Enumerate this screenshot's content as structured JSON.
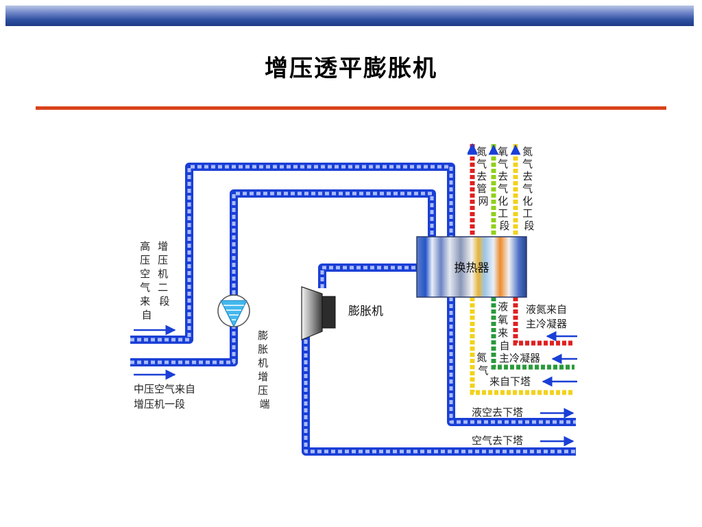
{
  "slide": {
    "title": "增压透平膨胀机"
  },
  "diagram": {
    "heat_exchanger_label": "换热器",
    "expander_label": "膨胀机",
    "booster_end_label": [
      "膨",
      "胀",
      "机",
      "增",
      "压",
      "端"
    ],
    "inlet_high": {
      "col1": [
        "高",
        "压",
        "空",
        "气",
        "来",
        "自"
      ],
      "col2": [
        "增",
        "压",
        "机",
        "二",
        "段"
      ]
    },
    "inlet_mid": {
      "line1": "中压空气来自",
      "line2": "增压机一段"
    },
    "outlet_liquid_air": "液空去下塔",
    "outlet_air": "空气去下塔",
    "nitrogen_from_tower": {
      "vertical": [
        "氮",
        "气"
      ],
      "horizontal": "来自下塔"
    },
    "liquid_oxygen_in": {
      "vertical": [
        "液",
        "氧",
        "来",
        "自"
      ],
      "horizontal": "主冷凝器"
    },
    "liquid_nitrogen_in": {
      "line1": "液氮来自",
      "line2": "主冷凝器"
    },
    "top_outputs": [
      {
        "chars": [
          "氮",
          "气",
          "去",
          "管",
          "网"
        ],
        "color": "#e02020"
      },
      {
        "chars": [
          "氧",
          "气",
          "去",
          "气",
          "化",
          "工",
          "段"
        ],
        "color": "#8fd11a"
      },
      {
        "chars": [
          "氮",
          "气",
          "去",
          "气",
          "化",
          "工",
          "段"
        ],
        "color": "#f2d21c"
      }
    ],
    "colors": {
      "pipe_blue": "#1a3fd6",
      "pipe_light": "#9fb6ff",
      "line_red": "#e02020",
      "line_green": "#2a9a3a",
      "line_yellow": "#f2d21c",
      "arrow_blue": "#1a3fd6"
    }
  }
}
